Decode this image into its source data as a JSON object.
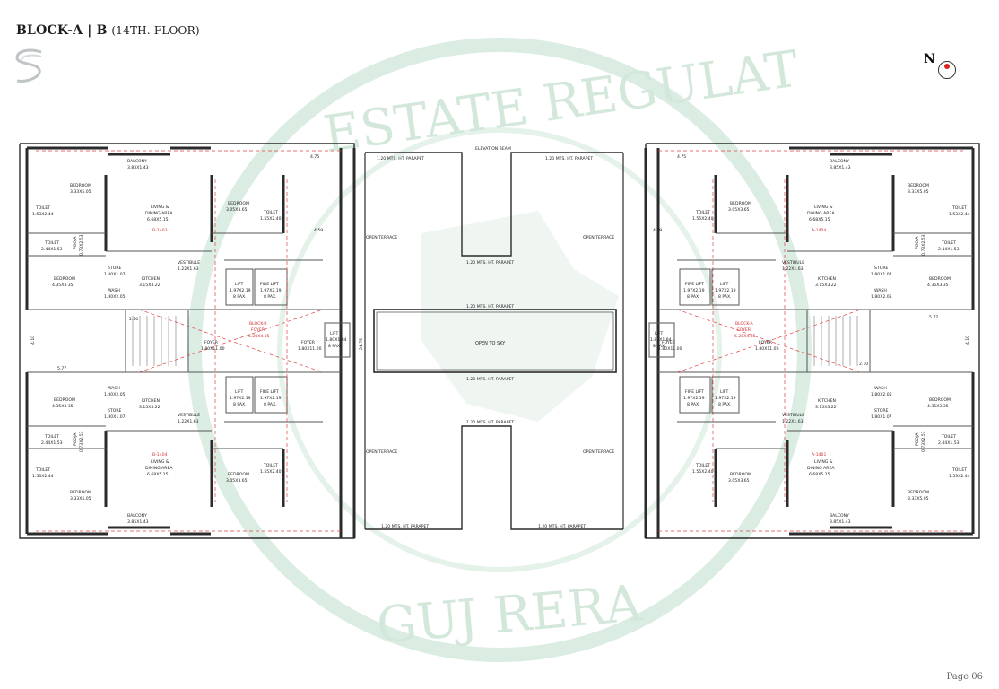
{
  "header": {
    "block": "BLOCK-A | B",
    "floor": "(14TH. FLOOR)"
  },
  "north_label": "N",
  "page_label": "Page 06",
  "watermark": {
    "top": "ESTATE REGULAT",
    "bottom": "GUJ RERA"
  },
  "colors": {
    "wall": "#2b2b2b",
    "dim": "#e04040",
    "watermark": "#cfe6d6"
  },
  "center": {
    "open_to_sky": "OPEN TO SKY",
    "open_terrace": "OPEN TERRACE",
    "parapet": "1.20 MTS. HT. PARAPET",
    "elevation_beam": "ELEVATION BEAM",
    "height_dim": "24.75"
  },
  "left_unit_top": {
    "unit": "B-1403",
    "balcony": [
      "BALCONY",
      "3.83X1.43"
    ],
    "bedroom1": [
      "BEDROOM",
      "3.33X5.05"
    ],
    "toilet1": [
      "TOILET",
      "1.53X2.44"
    ],
    "toilet2": [
      "TOILET",
      "2.44X1.53"
    ],
    "pooja": [
      "POOJA",
      "0.73X2.53"
    ],
    "living": [
      "LIVING &",
      "DINING AREA",
      "6.68X5.15"
    ],
    "bedroom2": [
      "BEDROOM",
      "3.05X3.65"
    ],
    "toilet3": [
      "TOILET",
      "1.55X2.40"
    ],
    "bedroom3": [
      "BEDROOM",
      "4.35X3.35"
    ],
    "store": [
      "STORE",
      "1.80X1.07"
    ],
    "wash": [
      "WASH",
      "1.80X2.05"
    ],
    "kitchen": [
      "KITCHEN",
      "3.15X3.22"
    ],
    "vestibule": [
      "VESTIBULE",
      "1.22X1.63"
    ]
  },
  "left_unit_bottom": {
    "unit": "B-1404",
    "balcony": [
      "BALCONY",
      "3.85X1.43"
    ],
    "bedroom1": [
      "BEDROOM",
      "3.33X5.05"
    ],
    "toilet1": [
      "TOILET",
      "1.53X2.44"
    ],
    "toilet2": [
      "TOILET",
      "2.44X1.53"
    ],
    "pooja": [
      "POOJA",
      "0.73X2.53"
    ],
    "living": [
      "LIVING &",
      "DINING AREA",
      "6.68X5.15"
    ],
    "bedroom2": [
      "BEDROOM",
      "3.05X3.65"
    ],
    "toilet3": [
      "TOILET",
      "1.55X2.40"
    ],
    "bedroom3": [
      "BEDROOM",
      "4.35X3.35"
    ],
    "store": [
      "STORE",
      "1.80X1.07"
    ],
    "wash": [
      "WASH",
      "1.80X2.05"
    ],
    "kitchen": [
      "KITCHEN",
      "3.15X3.22"
    ],
    "vestibule": [
      "VESTIBULE",
      "1.22X1.63"
    ]
  },
  "right_unit_top": {
    "unit": "A-1404",
    "balcony": [
      "BALCONY",
      "3.85X1.43"
    ],
    "bedroom1": [
      "BEDROOM",
      "3.33X5.05"
    ],
    "toilet1": [
      "TOILET",
      "1.53X2.44"
    ],
    "toilet2": [
      "TOILET",
      "2.44X1.53"
    ],
    "pooja": [
      "POOJA",
      "0.73X2.53"
    ],
    "living": [
      "LIVING &",
      "DINING AREA",
      "6.68X5.15"
    ],
    "bedroom2": [
      "BEDROOM",
      "3.05X3.65"
    ],
    "toilet3": [
      "TOILET",
      "1.55X2.40"
    ],
    "bedroom3": [
      "BEDROOM",
      "4.35X3.35"
    ],
    "store": [
      "STORE",
      "1.80X1.07"
    ],
    "wash": [
      "WASH",
      "1.80X2.05"
    ],
    "kitchen": [
      "KITCHEN",
      "3.15X3.22"
    ],
    "vestibule": [
      "VESTIBULE",
      "1.22X1.63"
    ]
  },
  "right_unit_bottom": {
    "unit": "A-1401",
    "balcony": [
      "BALCONY",
      "3.85X1.43"
    ],
    "bedroom1": [
      "BEDROOM",
      "3.33X5.05"
    ],
    "toilet1": [
      "TOILET",
      "1.53X2.44"
    ],
    "toilet2": [
      "TOILET",
      "2.44X1.53"
    ],
    "pooja": [
      "POOJA",
      "0.73X2.53"
    ],
    "living": [
      "LIVING &",
      "DINING AREA",
      "6.68X5.15"
    ],
    "bedroom2": [
      "BEDROOM",
      "3.05X3.65"
    ],
    "toilet3": [
      "TOILET",
      "1.55X2.40"
    ],
    "bedroom3": [
      "BEDROOM",
      "4.35X3.35"
    ],
    "store": [
      "STORE",
      "1.80X1.07"
    ],
    "wash": [
      "WASH",
      "1.80X2.05"
    ],
    "kitchen": [
      "KITCHEN",
      "3.15X3.22"
    ],
    "vestibule": [
      "VESTIBULE",
      "1.22X1.63"
    ]
  },
  "core_left": {
    "block": [
      "BLOCK-B",
      "FOYER",
      "6.28X4.35"
    ],
    "foyer_left": [
      "FOYER",
      "1.80X11.00"
    ],
    "foyer_right": [
      "FOYER",
      "1.80X11.00"
    ],
    "lift_top": [
      "LIFT",
      "1.97X2.19",
      "8 PAX."
    ],
    "fire_lift_top": [
      "FIRE LIFT",
      "1.97X2.19",
      "8 PAX."
    ],
    "lift_bottom": [
      "LIFT",
      "1.97X2.19",
      "8 PAX."
    ],
    "fire_lift_bottom": [
      "FIRE LIFT",
      "1.97X2.19",
      "8 PAX."
    ],
    "lift_center": [
      "LIFT",
      "1.80X1.84",
      "8 PAX."
    ]
  },
  "core_right": {
    "block": [
      "BLOCK-A",
      "FOYER",
      "6.28X4.35"
    ],
    "foyer_left": [
      "FOYER",
      "1.80X11.00"
    ],
    "foyer_right": [
      "FOYER",
      "1.80X11.00"
    ],
    "lift_top": [
      "LIFT",
      "1.97X2.19",
      "8 PAX."
    ],
    "fire_lift_top": [
      "FIRE LIFT",
      "1.97X2.19",
      "8 PAX."
    ],
    "lift_bottom": [
      "LIFT",
      "1.97X2.19",
      "8 PAX."
    ],
    "fire_lift_bottom": [
      "FIRE LIFT",
      "1.97X2.19",
      "8 PAX."
    ],
    "lift_center": [
      "LIFT",
      "1.80X1.84",
      "8 PAX."
    ]
  },
  "dims": {
    "d210": "2.10",
    "d475": "4.75",
    "d410": "4.10",
    "d577": "5.77",
    "d459": "4.59"
  }
}
